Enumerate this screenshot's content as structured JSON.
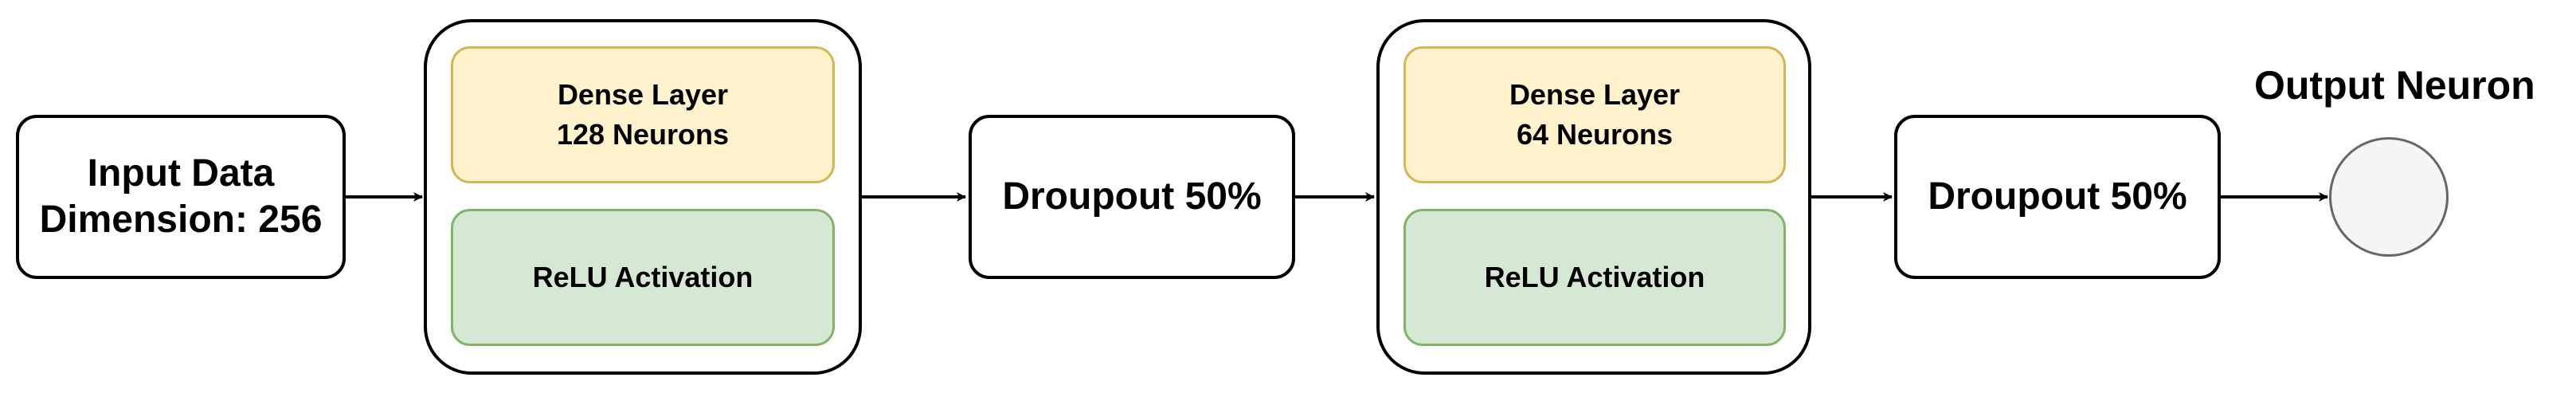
{
  "input": {
    "text": "Input Data\nDimension: 256"
  },
  "layer1": {
    "dense": "Dense Layer\n128 Neurons",
    "activation": "ReLU Activation"
  },
  "dropout1": {
    "text": "Droupout 50%"
  },
  "layer2": {
    "dense": "Dense Layer\n64 Neurons",
    "activation": "ReLU Activation"
  },
  "dropout2": {
    "text": "Droupout 50%"
  },
  "output": {
    "title": "Output Neuron"
  },
  "colors": {
    "dense_fill": "#fff2cc",
    "dense_stroke": "#d6b656",
    "relu_fill": "#d5e8d4",
    "relu_stroke": "#82b366",
    "neuron_fill": "#f5f5f5",
    "neuron_stroke": "#666666"
  }
}
